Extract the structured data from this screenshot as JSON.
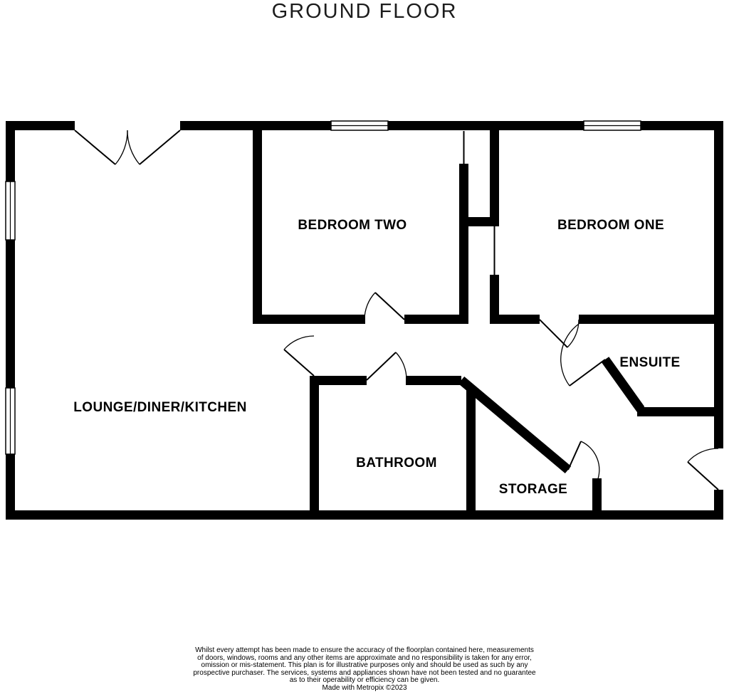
{
  "title": "GROUND FLOOR",
  "rooms": [
    {
      "id": "lounge-diner-kitchen",
      "label": "LOUNGE/DINER/KITCHEN"
    },
    {
      "id": "bedroom-two",
      "label": "BEDROOM TWO"
    },
    {
      "id": "bedroom-one",
      "label": "BEDROOM ONE"
    },
    {
      "id": "ensuite",
      "label": "ENSUITE"
    },
    {
      "id": "bathroom",
      "label": "BATHROOM"
    },
    {
      "id": "storage",
      "label": "STORAGE"
    }
  ],
  "disclaimer": {
    "lines": [
      "Whilst every attempt has been made to ensure the accuracy of the floorplan contained here, measurements",
      "of doors, windows, rooms and any other items are approximate and no responsibility is taken for any error,",
      "omission or mis-statement. This plan is for illustrative purposes only and should be used as such by any",
      "prospective purchaser. The services, systems and appliances shown have not been tested and no guarantee",
      "as to their operability or efficiency can be given."
    ],
    "credit": "Made with Metropix ©2023"
  },
  "colors": {
    "wall": "#000000",
    "background": "#ffffff",
    "text": "#000000"
  }
}
